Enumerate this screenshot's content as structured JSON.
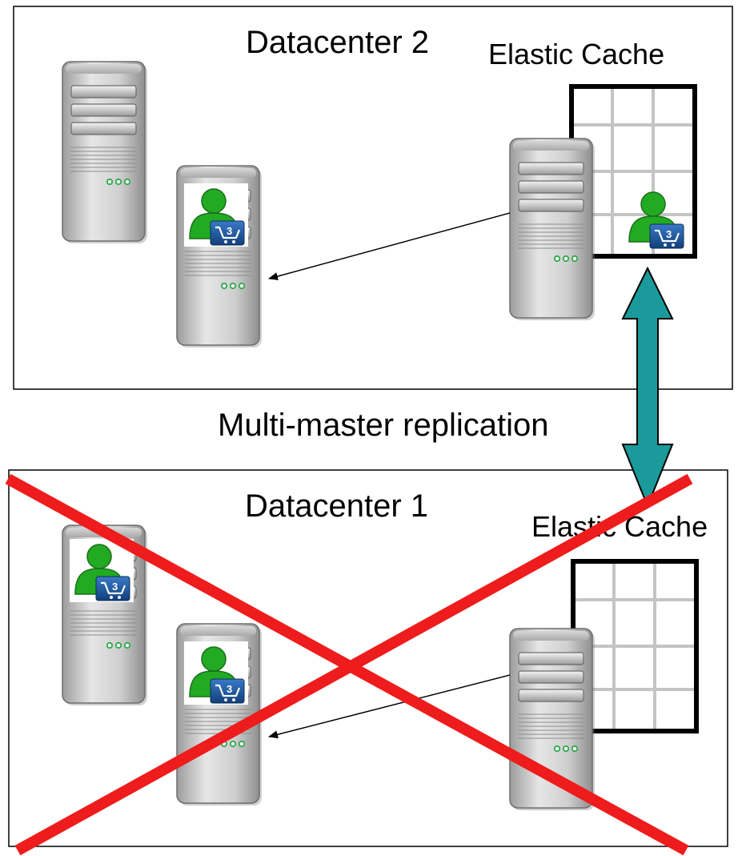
{
  "datacenter2": {
    "title": "Datacenter 2",
    "cache_label": "Elastic Cache",
    "servers": [
      {
        "name": "server-idle",
        "has_session": false
      },
      {
        "name": "server-with-session",
        "has_session": true
      },
      {
        "name": "cache-server",
        "has_session": false
      }
    ],
    "cache_has_session": true
  },
  "datacenter1": {
    "title": "Datacenter 1",
    "cache_label": "Elastic Cache",
    "failed": true,
    "servers": [
      {
        "name": "server-with-session-a",
        "has_session": true
      },
      {
        "name": "server-with-session-b",
        "has_session": true
      },
      {
        "name": "cache-server",
        "has_session": false
      }
    ],
    "cache_has_session": false
  },
  "replication_label": "Multi-master replication",
  "cart_badge_text": "3",
  "colors": {
    "replication_arrow": "#1a9a9a",
    "failure_cross": "#ee1c1c",
    "user_icon": "#22aa22",
    "cart_badge": "#1f5aa0",
    "server_body": "#b9b9b9",
    "server_led": "#2ea84a"
  }
}
